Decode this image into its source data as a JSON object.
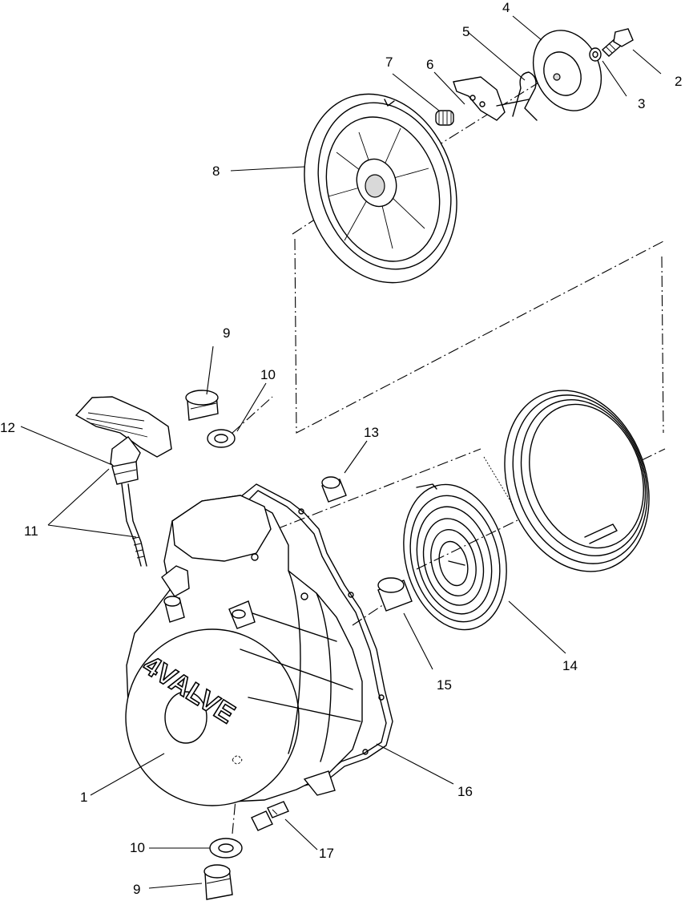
{
  "diagram": {
    "cover_embossing": "4VALVE",
    "callouts": [
      {
        "id": "c1",
        "label": "1"
      },
      {
        "id": "c2",
        "label": "2"
      },
      {
        "id": "c3",
        "label": "3"
      },
      {
        "id": "c4",
        "label": "4"
      },
      {
        "id": "c5",
        "label": "5"
      },
      {
        "id": "c6",
        "label": "6"
      },
      {
        "id": "c7",
        "label": "7"
      },
      {
        "id": "c8",
        "label": "8"
      },
      {
        "id": "c9a",
        "label": "9"
      },
      {
        "id": "c9b",
        "label": "9"
      },
      {
        "id": "c10a",
        "label": "10"
      },
      {
        "id": "c10b",
        "label": "10"
      },
      {
        "id": "c11",
        "label": "11"
      },
      {
        "id": "c12",
        "label": "12"
      },
      {
        "id": "c13",
        "label": "13"
      },
      {
        "id": "c14",
        "label": "14"
      },
      {
        "id": "c15",
        "label": "15"
      },
      {
        "id": "c16",
        "label": "16"
      },
      {
        "id": "c17",
        "label": "17"
      }
    ]
  }
}
